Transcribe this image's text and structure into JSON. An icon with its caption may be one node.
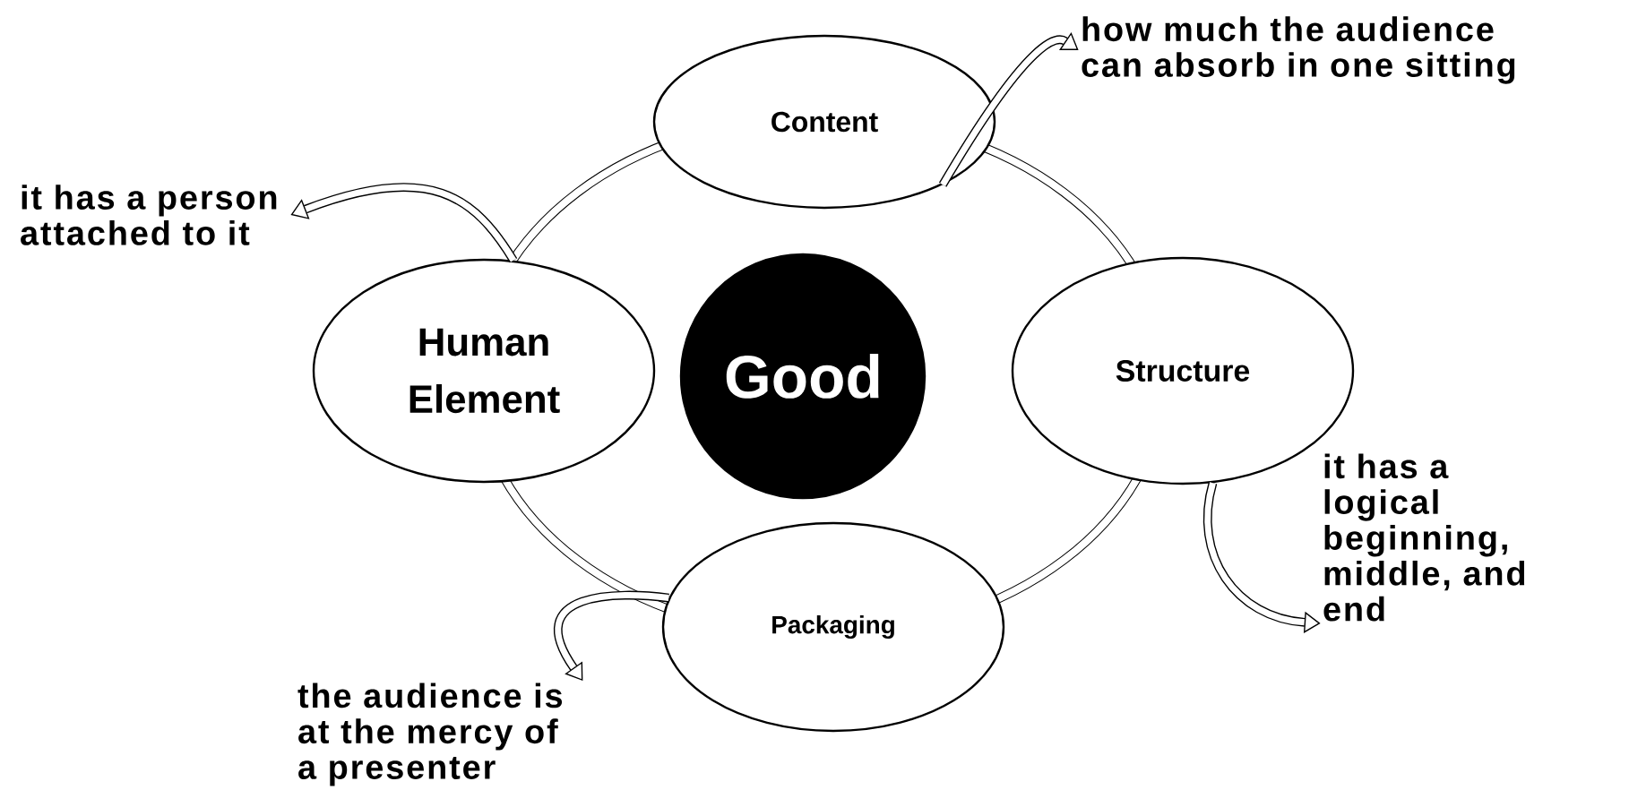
{
  "diagram": {
    "nodes": [
      {
        "text": [
          "Content"
        ]
      },
      {
        "text": [
          "Human Element"
        ]
      },
      {
        "text": [
          "Good"
        ]
      },
      {
        "text": [
          "Structure"
        ]
      },
      {
        "text": [
          "Packaging"
        ]
      },
      {
        "text": [
          "how much the audience can absorb in one sitting"
        ]
      },
      {
        "text": [
          "it has a person attached to it"
        ]
      },
      {
        "text": [
          "it has a logical beginning, middle, and end"
        ]
      },
      {
        "text": [
          "the audience is at the mercy of a presenter"
        ]
      }
    ],
    "edges": [
      {
        "from": 0,
        "to": 5,
        "arrow": "to"
      },
      {
        "from": 1,
        "to": 6,
        "arrow": "to"
      },
      {
        "from": 3,
        "to": 7,
        "arrow": "to"
      },
      {
        "from": 4,
        "to": 8,
        "arrow": "to"
      }
    ]
  }
}
